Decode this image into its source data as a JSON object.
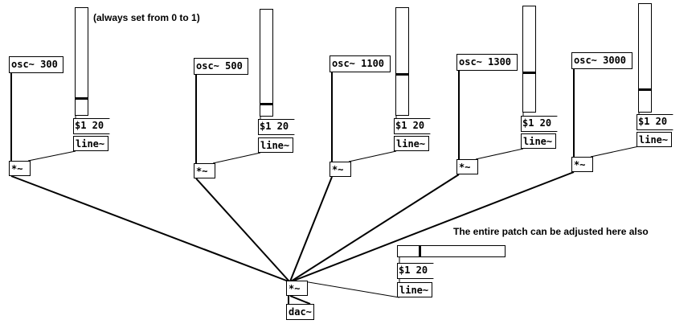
{
  "comments": {
    "range_note": "(always set from 0 to 1)",
    "master_note": "The entire patch can be adjusted here also"
  },
  "voices": [
    {
      "osc_label": "osc~ 300",
      "msg_label": "$1 20",
      "line_label": "line~",
      "mul_label": "*~",
      "slider_value": 0.15
    },
    {
      "osc_label": "osc~ 500",
      "msg_label": "$1 20",
      "line_label": "line~",
      "mul_label": "*~",
      "slider_value": 0.1
    },
    {
      "osc_label": "osc~ 1100",
      "msg_label": "$1 20",
      "line_label": "line~",
      "mul_label": "*~",
      "slider_value": 0.38
    },
    {
      "osc_label": "osc~ 1300",
      "msg_label": "$1 20",
      "line_label": "line~",
      "mul_label": "*~",
      "slider_value": 0.37
    },
    {
      "osc_label": "osc~ 3000",
      "msg_label": "$1 20",
      "line_label": "line~",
      "mul_label": "*~",
      "slider_value": 0.2
    }
  ],
  "master": {
    "slider_value": 0.2,
    "msg_label": "$1 20",
    "line_label": "line~",
    "mul_label": "*~",
    "dac_label": "dac~"
  }
}
